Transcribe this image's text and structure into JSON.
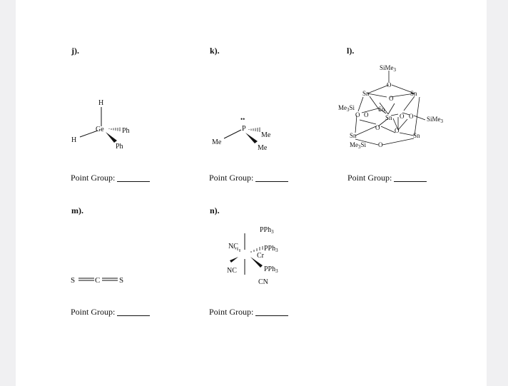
{
  "labels": {
    "j": "j).",
    "k": "k).",
    "l": "l).",
    "m": "m).",
    "n": "n)."
  },
  "point_group_label": "Point Group:",
  "molecules": {
    "j": {
      "center": "Ge",
      "top": "H",
      "left": "H",
      "right": "Ph",
      "bottom": "Ph"
    },
    "k": {
      "center": "P",
      "lone_pair": "••",
      "left": "Me",
      "right": "Me",
      "bottom": "Me"
    },
    "l": {
      "top": "SiMe",
      "top_sub": "3",
      "left": "Me",
      "left_sub": "3",
      "left_tail": "Si",
      "right": "SiMe",
      "right_sub": "3",
      "bottom": "Me",
      "bottom_sub": "3",
      "bottom_tail": "Si",
      "tin": "Sn",
      "oxygen": "O"
    },
    "m": {
      "left": "S",
      "center": "C",
      "right": "S"
    },
    "n": {
      "center": "Cr",
      "top": "PPh",
      "top_sub": "3",
      "upper_left": "NC",
      "upper_right": "PPh",
      "upper_right_sub": "3",
      "lower_left": "NC",
      "lower_right": "PPh",
      "lower_right_sub": "3",
      "bottom": "CN"
    }
  }
}
